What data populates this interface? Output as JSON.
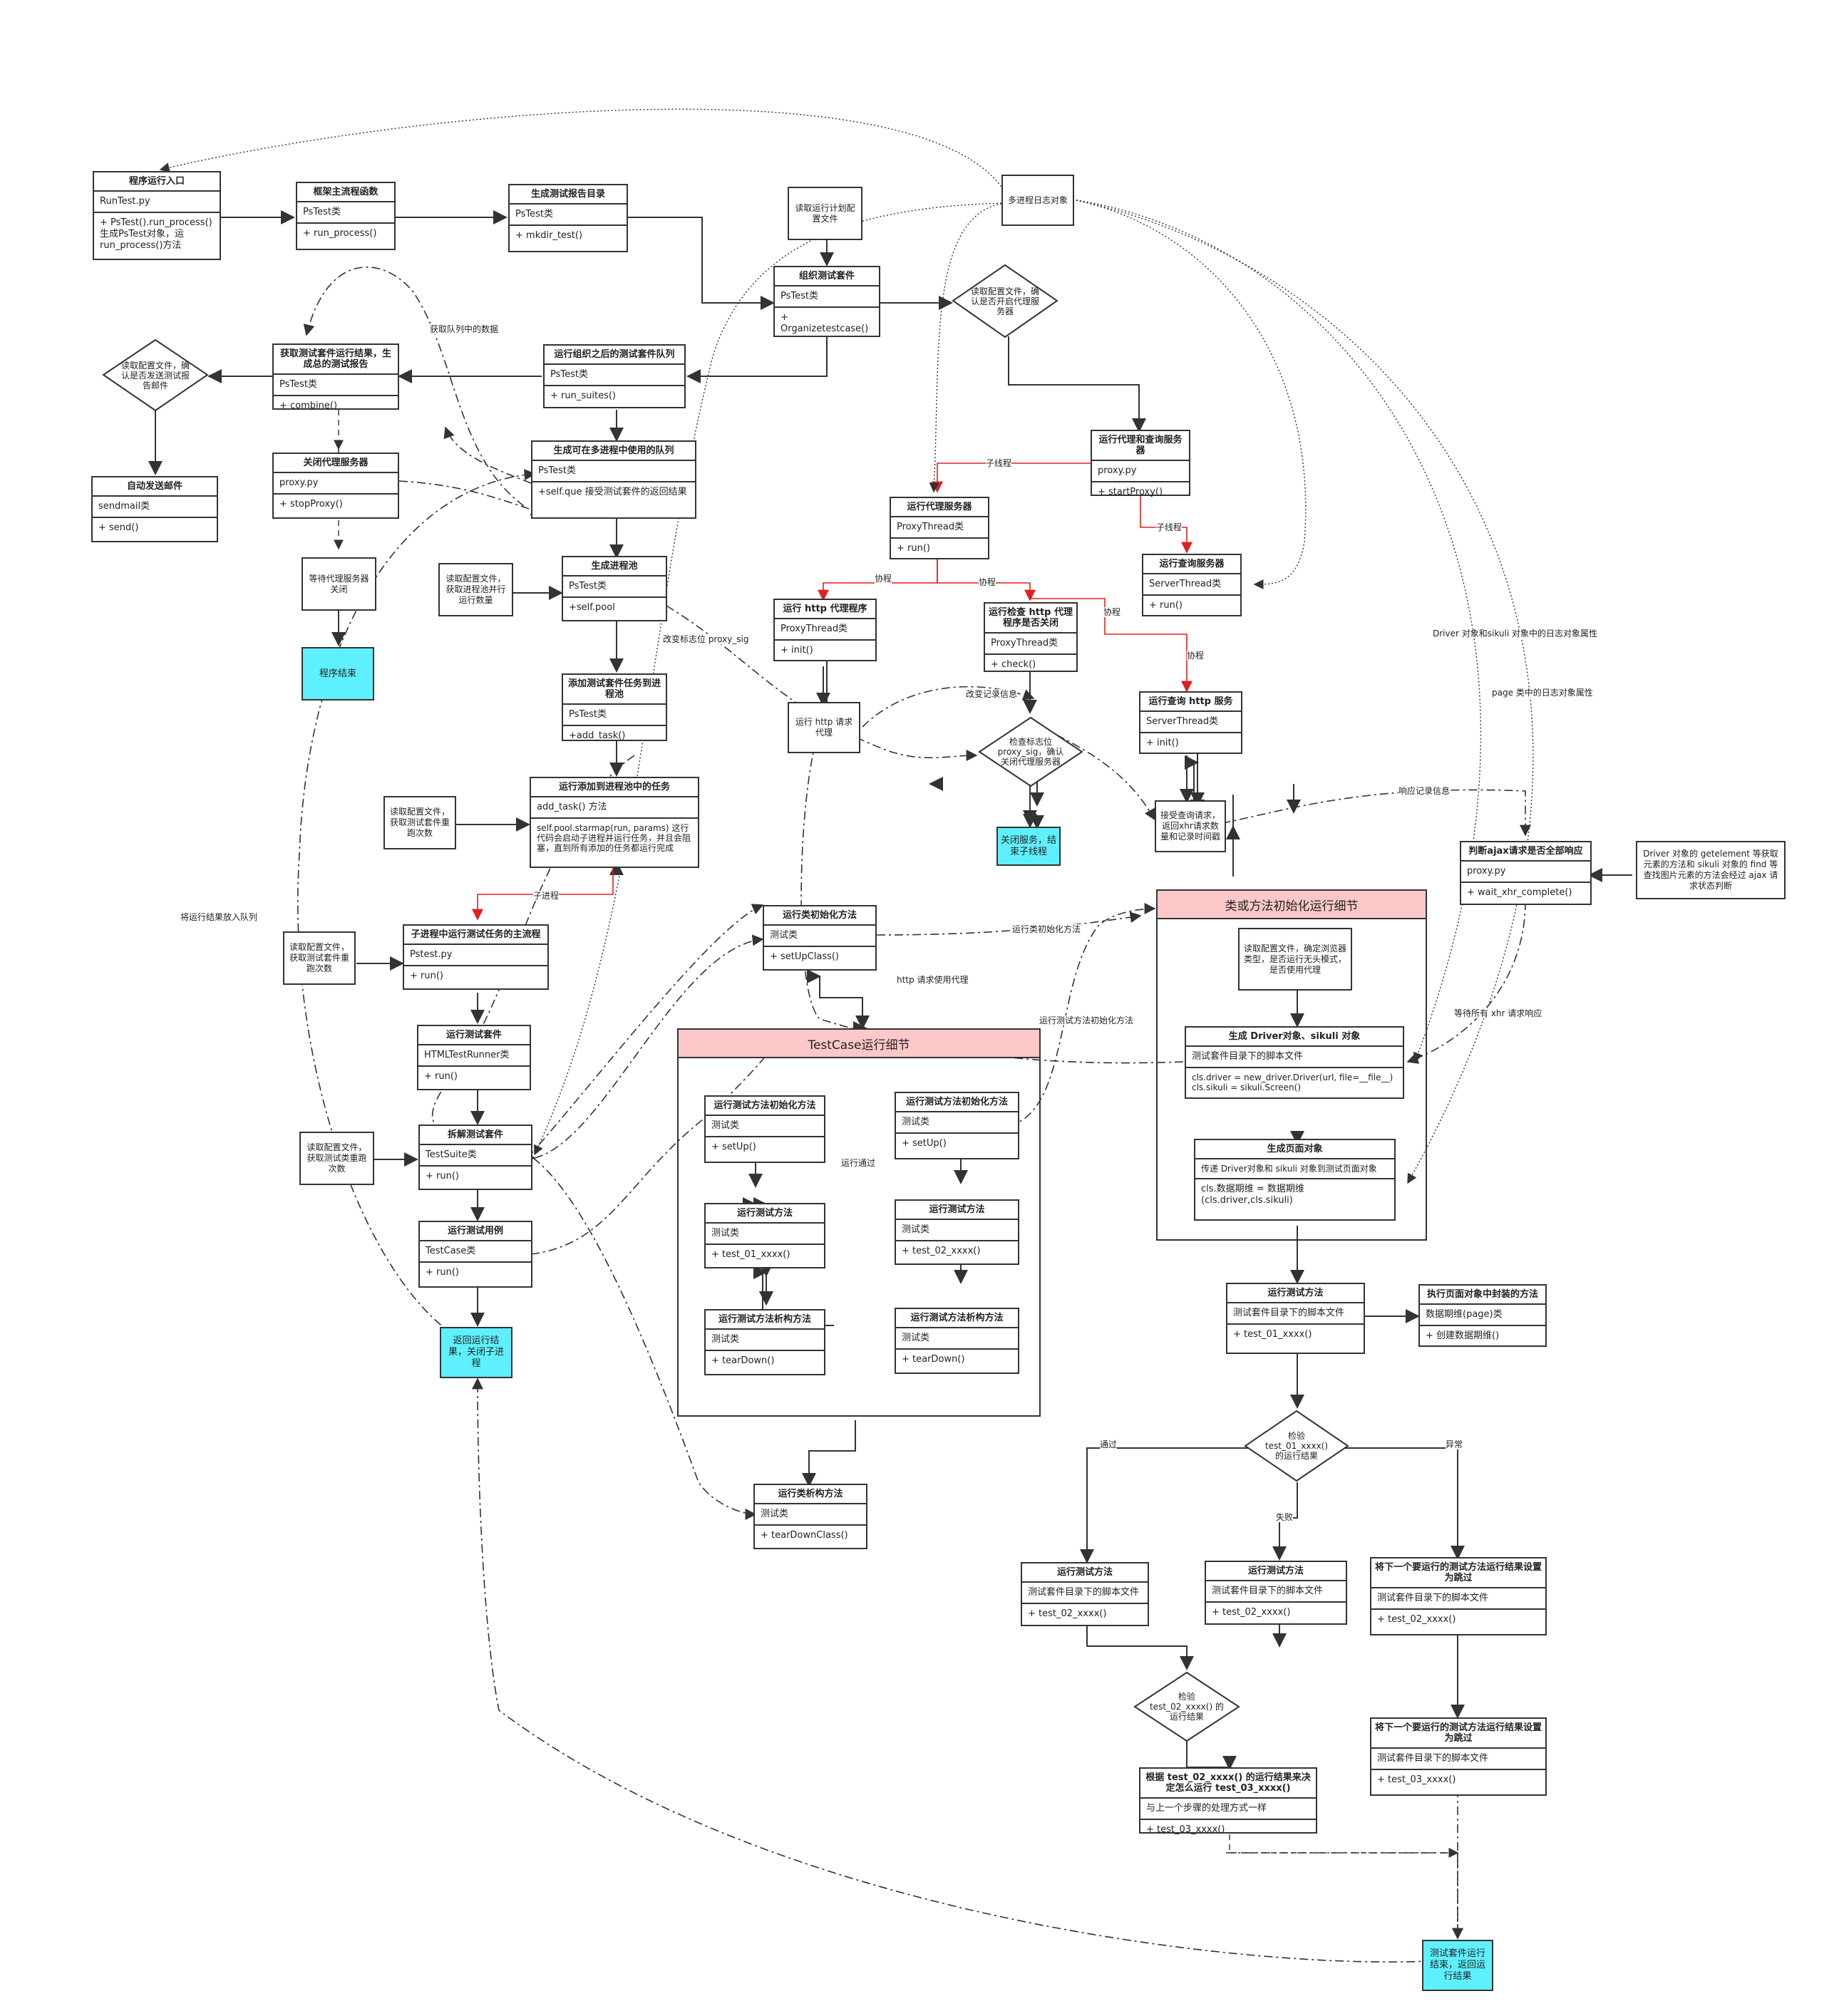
{
  "labels": {
    "runtest": {
      "title": "程序运行入口",
      "stereo": "RunTest.py",
      "method": "+ PsTest().run_process() 生成PsTest对象，运 run_process()方法"
    },
    "framework": {
      "title": "框架主流程函数",
      "stereo": "PsTest类",
      "method": "+ run_process()"
    },
    "reportdir": {
      "title": "生成测试报告目录",
      "stereo": "PsTest类",
      "method": "+ mkdir_test()"
    },
    "readplan": "读取运行计划配置文件",
    "orgsuite": {
      "title": "组织测试套件",
      "stereo": "PsTest类",
      "method": "+ Organizetestcase()"
    },
    "mplog": "多进程日志对象",
    "decproxy": "读取配置文件，确认是否开启代理服务器",
    "getresult": {
      "title": "获取测试套件运行结果，生成总的测试报告",
      "stereo": "PsTest类",
      "method": "+ combine()"
    },
    "runqueue": {
      "title": "运行组织之后的测试套件队列",
      "stereo": "PsTest类",
      "method": "+ run_suites()"
    },
    "decmail": "读取配置文件，确认是否发送测试报告邮件",
    "sendmail": {
      "title": "自动发送邮件",
      "stereo": "sendmail类",
      "method": "+ send()"
    },
    "closeproxy": {
      "title": "关闭代理服务器",
      "stereo": "proxy.py",
      "method": "+ stopProxy()"
    },
    "waitproxy": "等待代理服务器关闭",
    "progend": "程序结束",
    "genqueue": {
      "title": "生成可在多进程中使用的队列",
      "stereo": "PsTest类",
      "method": "+self.que 接受测试套件的返回结果"
    },
    "readpool": "读取配置文件，获取进程池并行运行数量",
    "genpool": {
      "title": "生成进程池",
      "stereo": "PsTest类",
      "method": "+self.pool"
    },
    "addtask": {
      "title": "添加测试套件任务到进程池",
      "stereo": "PsTest类",
      "method": "+add_task()"
    },
    "readrerun1": "读取配置文件，获取测试套件重跑次数",
    "runtasks": {
      "title": "运行添加到进程池中的任务",
      "stereo": "add_task() 方法",
      "method": "self.pool.starmap(run, params) 这行代码会启动子进程并运行任务，并且会阻塞，直到所有添加的任务都运行完成"
    },
    "proxyquery": {
      "title": "运行代理和查询服务器",
      "stereo": "proxy.py",
      "method": "+ startProxy()"
    },
    "proxyserver": {
      "title": "运行代理服务器",
      "stereo": "ProxyThread类",
      "method": "+ run()"
    },
    "queryserver": {
      "title": "运行查询服务器",
      "stereo": "ServerThread类",
      "method": "+ run()"
    },
    "httpproxy": {
      "title": "运行 http 代理程序",
      "stereo": "ProxyThread类",
      "method": "+ init()"
    },
    "checkproxy": {
      "title": "运行检查 http 代理程序是否关闭",
      "stereo": "ProxyThread类",
      "method": "+ check()"
    },
    "httpquery": {
      "title": "运行查询 http 服务",
      "stereo": "ServerThread类",
      "method": "+ init()"
    },
    "runhttp": "运行 http 请求代理",
    "deccheck": "检查标志位 proxy_sig，确认关闭代理服务器",
    "closesvc": "关闭服务，结束子线程",
    "recvquery": "接受查询请求，返回xhr请求数量和记录时间戳",
    "ajaxjudge": {
      "title": "判断ajax请求是否全部响应",
      "stereo": "proxy.py",
      "method": "+ wait_xhr_complete()"
    },
    "drivernote": "Driver 对象的 getelement 等获取元素的方法和 sikuli 对象的 find 等查找图片元素的方法会经过 ajax 请求状态判断",
    "subproc": {
      "title": "子进程中运行测试任务的主流程",
      "stereo": "Pstest.py",
      "method": "+ run()"
    },
    "readrerun2": "读取配置文件，获取测试套件重跑次数",
    "htmlrunner": {
      "title": "运行测试套件",
      "stereo": "HTMLTestRunner类",
      "method": "+ run()"
    },
    "readrerun3": "读取配置文件，获取测试类重跑次数",
    "splitsuite": {
      "title": "拆解测试套件",
      "stereo": "TestSuite类",
      "method": "+ run()"
    },
    "runcase": {
      "title": "运行测试用例",
      "stereo": "TestCase类",
      "method": "+ run()"
    },
    "retsub": "返回运行结果，关闭子进程",
    "setupclass": {
      "title": "运行类初始化方法",
      "stereo": "测试类",
      "method": "+ setUpClass()"
    },
    "tcgroup": "TestCase运行细节",
    "setup1": {
      "title": "运行测试方法初始化方法",
      "stereo": "测试类",
      "method": "+ setUp()"
    },
    "test1": {
      "title": "运行测试方法",
      "stereo": "测试类",
      "method": "+ test_01_xxxx()"
    },
    "teardown1": {
      "title": "运行测试方法析构方法",
      "stereo": "测试类",
      "method": "+ tearDown()"
    },
    "setup2": {
      "title": "运行测试方法初始化方法",
      "stereo": "测试类",
      "method": "+ setUp()"
    },
    "test2": {
      "title": "运行测试方法",
      "stereo": "测试类",
      "method": "+ test_02_xxxx()"
    },
    "teardown2": {
      "title": "运行测试方法析构方法",
      "stereo": "测试类",
      "method": "+ tearDown()"
    },
    "teardownclass": {
      "title": "运行类析构方法",
      "stereo": "测试类",
      "method": "+ tearDownClass()"
    },
    "initgroup": "类或方法初始化运行细节",
    "readbrowser": "读取配置文件，确定浏览器类型，是否运行无头模式，是否使用代理",
    "gendriver": {
      "title": "生成 Driver对象、sikuli 对象",
      "stereo": "测试套件目录下的脚本文件",
      "method": "cls.driver = new_driver.Driver(url, file=__file__) cls.sikuli = sikuli.Screen()"
    },
    "genpage": {
      "title": "生成页面对象",
      "stereo": "传递 Driver对象和 sikuli 对象到测试页面对象",
      "method": "cls.数据期维 = 数据期维(cls.driver,cls.sikuli)"
    },
    "runtestm": {
      "title": "运行测试方法",
      "stereo": "测试套件目录下的脚本文件",
      "method": "+ test_01_xxxx()"
    },
    "pagemethod": {
      "title": "执行页面对象中封装的方法",
      "stereo": "数据期维(page)类",
      "method": "+ 创建数据期维()"
    },
    "dectest1": "检验 test_01_xxxx() 的运行结果",
    "pass2": {
      "title": "运行测试方法",
      "stereo": "测试套件目录下的脚本文件",
      "method": "+ test_02_xxxx()"
    },
    "fail2": {
      "title": "运行测试方法",
      "stereo": "测试套件目录下的脚本文件",
      "method": "+ test_02_xxxx()"
    },
    "skip2": {
      "title": "将下一个要运行的测试方法运行结果设置为跳过",
      "stereo": "测试套件目录下的脚本文件",
      "method": "+ test_02_xxxx()"
    },
    "dectest2": "检验 test_02_xxxx() 的运行结果",
    "decide3": {
      "title": "根据 test_02_xxxx() 的运行结果来决定怎么运行 test_03_xxxx()",
      "stereo": "与上一个步骤的处理方式一样",
      "method": "+ test_03_xxxx()"
    },
    "skip3": {
      "title": "将下一个要运行的测试方法运行结果设置为跳过",
      "stereo": "测试套件目录下的脚本文件",
      "method": "+ test_03_xxxx()"
    },
    "suiteend": "测试套件运行结束，返回运行结果"
  },
  "edge_labels": {
    "e_getqueue": "获取队列中的数据",
    "e_subthread1": "子线程",
    "e_subthread2": "子线程",
    "e_coroutine1": "协程",
    "e_coroutine2": "协程",
    "e_coroutine3": "协程",
    "e_coroutine4": "协程",
    "e_changesig": "改变标志位 proxy_sig",
    "e_changerec": "改变记录信息",
    "e_driverlog": "Driver 对象和sikuli 对象中的日志对象属性",
    "e_pagelog": "page 类中的日志对象属性",
    "e_resprec": "响应记录信息",
    "e_subproc": "子进程",
    "e_putqueue": "将运行结果放入队列",
    "e_classinit": "运行类初始化方法",
    "e_httpproxy": "http 请求使用代理",
    "e_methodinit": "运行测试方法初始化方法",
    "e_waitxhr": "等待所有 xhr 请求响应",
    "e_runpass": "运行通过",
    "e_pass": "通过",
    "e_fail": "失败",
    "e_except": "异常"
  },
  "colors": {
    "accent_edge": "#e02020",
    "terminal_fill": "#5ff0ff",
    "group_header": "#ffc8c8",
    "line": "#333333"
  }
}
